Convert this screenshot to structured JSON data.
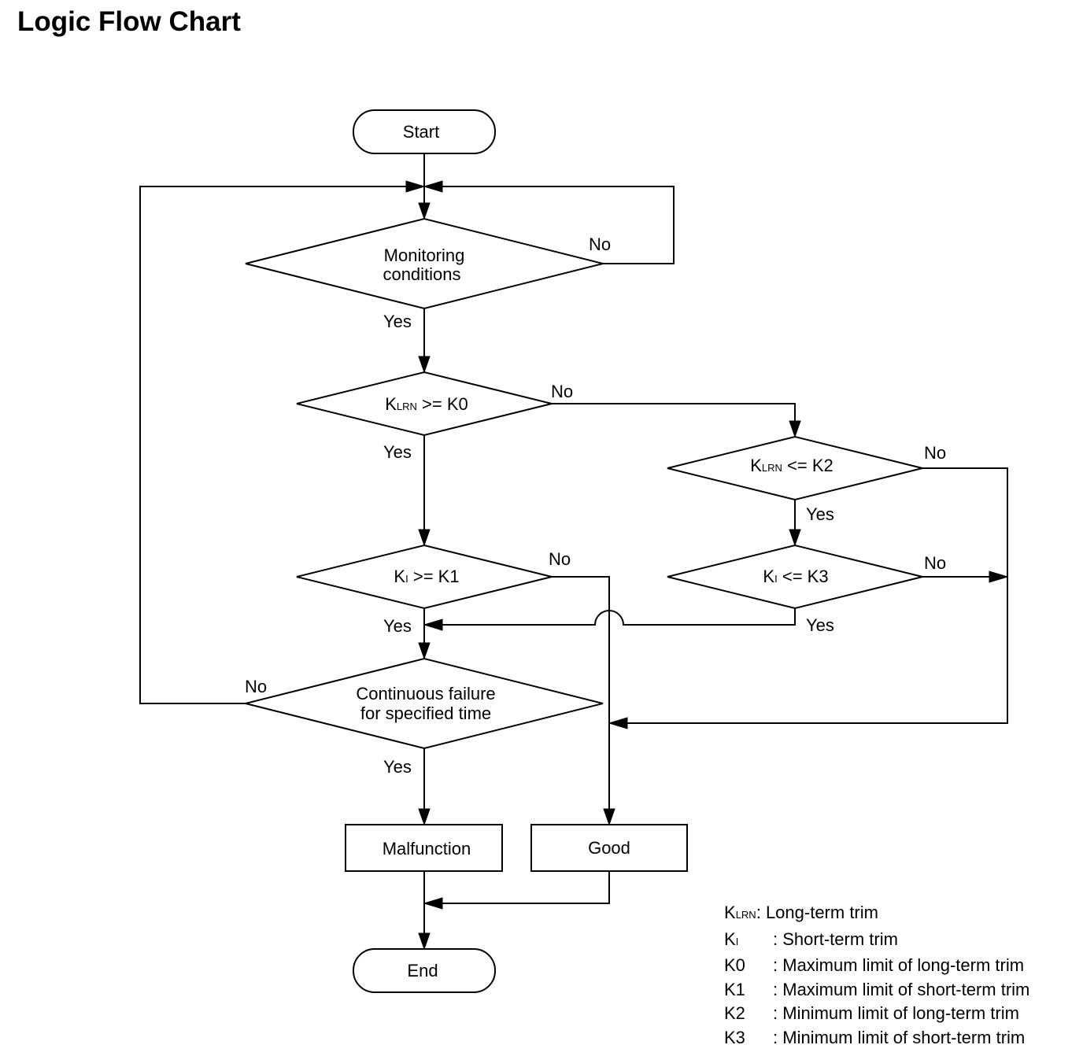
{
  "title": "Logic Flow Chart",
  "nodes": {
    "start": "Start",
    "monitoring": [
      "Monitoring",
      "conditions"
    ],
    "klrn_k0": {
      "main": "K",
      "sub": "LRN",
      "rest": " >= K0"
    },
    "klrn_k2": {
      "main": "K",
      "sub": "LRN",
      "rest": " <= K2"
    },
    "ki_k1": {
      "main": "K",
      "sub": "I",
      "rest": " >= K1"
    },
    "ki_k3": {
      "main": "K",
      "sub": "I",
      "rest": " <= K3"
    },
    "continuous": [
      "Continuous failure",
      "for specified time"
    ],
    "malfunction": "Malfunction",
    "good": "Good",
    "end": "End"
  },
  "edge_labels": {
    "yes": "Yes",
    "no": "No"
  },
  "legend": [
    {
      "key_main": "K",
      "key_sub": "LRN",
      "sep": ":",
      "desc": "Long-term trim"
    },
    {
      "key_main": "K",
      "key_sub": "I",
      "sep": ":",
      "desc": "Short-term trim"
    },
    {
      "key_main": "K0",
      "key_sub": "",
      "sep": ":",
      "desc": "Maximum limit of long-term trim"
    },
    {
      "key_main": "K1",
      "key_sub": "",
      "sep": ":",
      "desc": "Maximum limit of short-term trim"
    },
    {
      "key_main": "K2",
      "key_sub": "",
      "sep": ":",
      "desc": "Minimum limit of long-term trim"
    },
    {
      "key_main": "K3",
      "key_sub": "",
      "sep": ":",
      "desc": "Minimum limit of short-term trim"
    }
  ]
}
